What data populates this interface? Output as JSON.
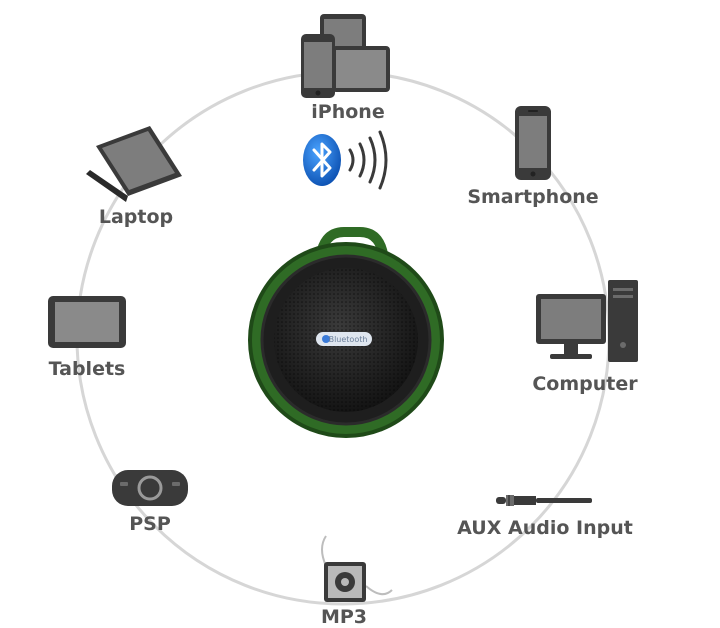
{
  "colors": {
    "ring": "#d6d6d6",
    "device": "#3a3a3a",
    "screen": "#7d7d7d",
    "label": "#555555",
    "speaker_green": "#2f6b25",
    "bluetooth_blue": "#1565c0"
  },
  "devices": {
    "iphone": "iPhone",
    "smartphone": "Smartphone",
    "laptop": "Laptop",
    "computer": "Computer",
    "tablets": "Tablets",
    "psp": "PSP",
    "aux": "AUX Audio Input",
    "mp3": "MP3"
  },
  "speaker": {
    "badge": "Bluetooth"
  }
}
